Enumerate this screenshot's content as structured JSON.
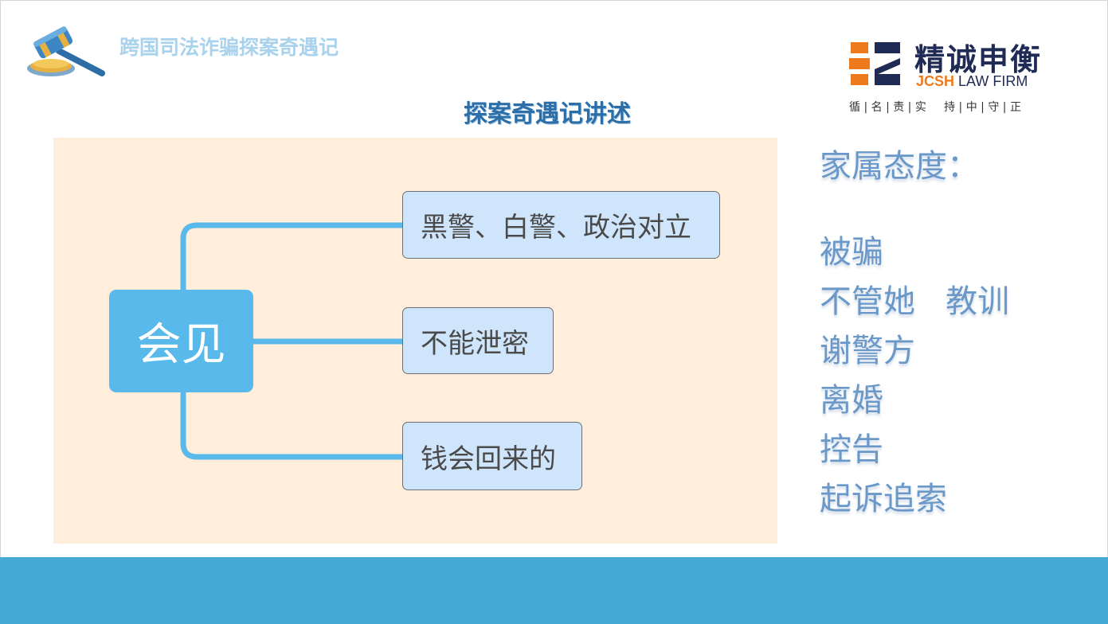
{
  "header": {
    "deck_title": "跨国司法诈骗探案奇遇记",
    "icon": "gavel-icon"
  },
  "logo": {
    "name_cn": "精诚申衡",
    "name_en_accent": "JCSH",
    "name_en_rest": " LAW FIRM",
    "motto": "循 | 名 | 责 | 实     持 | 中 | 守 | 正",
    "colors": {
      "orange": "#ee7a1e",
      "navy": "#1f2a55"
    }
  },
  "slide": {
    "title": "探案奇遇记讲述"
  },
  "mindmap": {
    "root": "会见",
    "branches": [
      {
        "label": "黑警、白警、政治对立"
      },
      {
        "label": "不能泄密"
      },
      {
        "label": "钱会回来的"
      }
    ],
    "colors": {
      "background": "#feeedb",
      "root": "#59b9ea",
      "node": "#cfe5fb",
      "connector": "#59b9ea"
    }
  },
  "attitudes": {
    "heading": "家属态度：",
    "items": [
      "被骗",
      "不管她   教训",
      "谢警方",
      "离婚",
      "控告",
      "起诉追索"
    ]
  },
  "footer": {
    "color": "#45aad4"
  }
}
